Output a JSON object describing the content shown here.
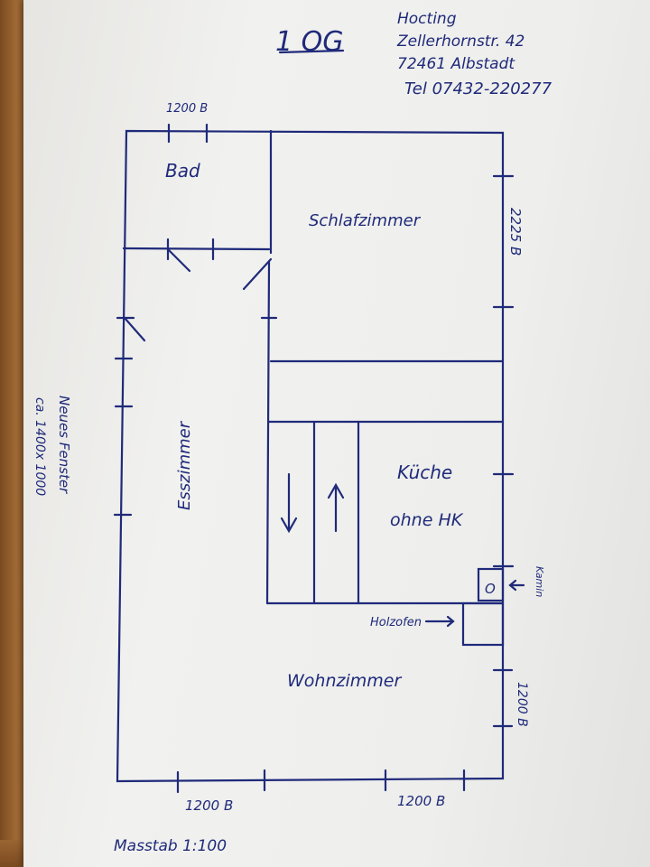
{
  "header": {
    "floor": "1 OG",
    "address": [
      "Hocting",
      "Zellerhornstr. 42",
      "72461 Albstadt",
      "Tel 07432-220277"
    ]
  },
  "rooms": {
    "bad": "Bad",
    "schlafzimmer": "Schlafzimmer",
    "esszimmer": "Esszimmer",
    "kueche_line1": "Küche",
    "kueche_line2": "ohne HK",
    "wohnzimmer": "Wohnzimmer"
  },
  "labels": {
    "window_top": "1200 B",
    "window_right_upper": "2225 B",
    "window_right_lower": "1200 B",
    "window_bottom_left": "1200 B",
    "window_bottom_right": "1200 B",
    "new_window_line1": "Neues Fenster",
    "new_window_line2": "ca. 1400x 1000",
    "kamin": "Kamin",
    "holzofen": "Holzofen",
    "oven_symbol": "O",
    "scale": "Masstab 1:100"
  },
  "colors": {
    "ink": "#1f2a7a",
    "paper": "#eeeeec"
  }
}
